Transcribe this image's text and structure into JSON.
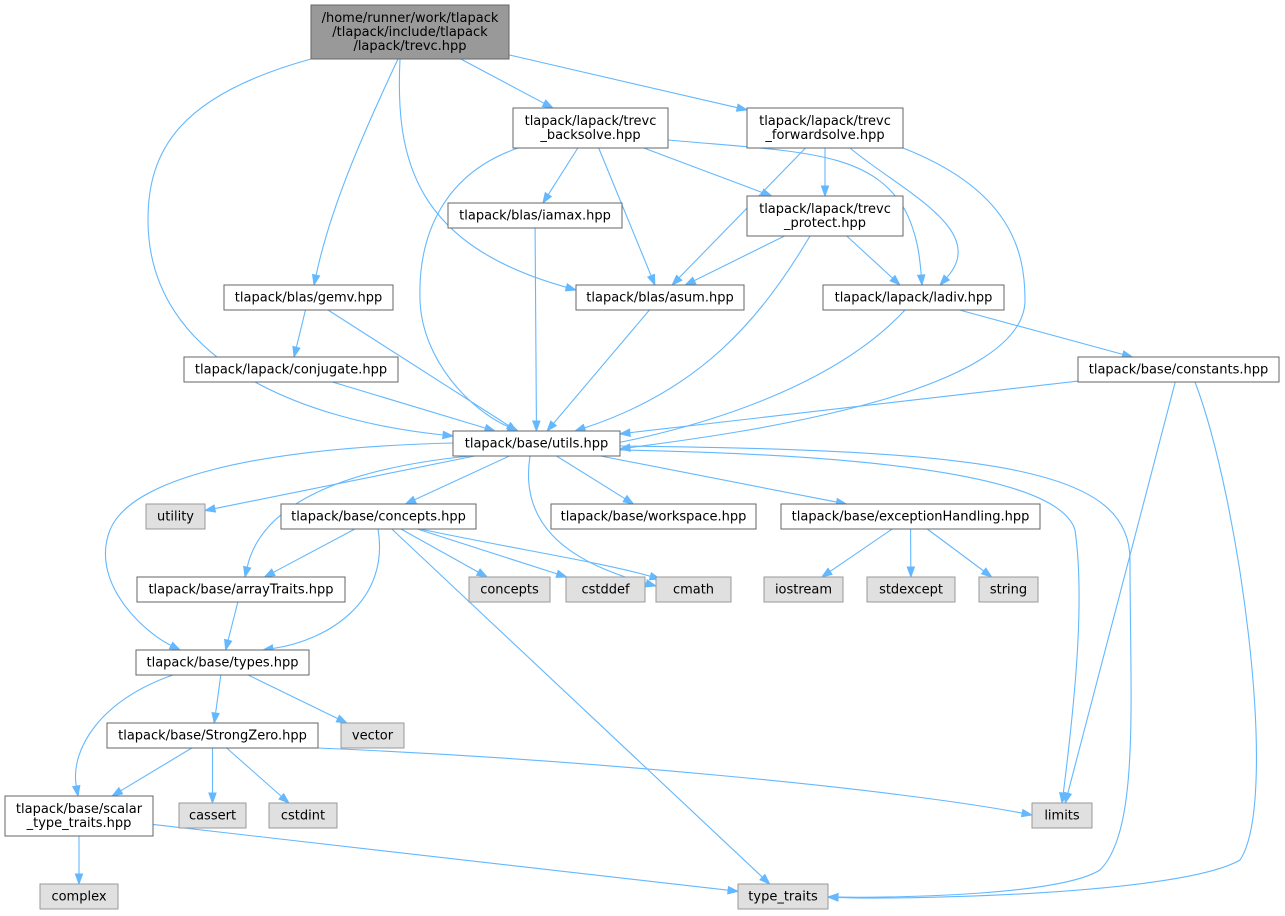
{
  "colors": {
    "edge": "#63b8ff",
    "root_fill": "#999999",
    "system_fill": "#e0e0e0",
    "node_fill": "#ffffff",
    "border": "#666666"
  },
  "nodes": [
    {
      "id": "trevc",
      "kind": "root",
      "lines": [
        "/home/runner/work/tlapack",
        "/tlapack/include/tlapack",
        "/lapack/trevc.hpp"
      ]
    },
    {
      "id": "backsolve",
      "kind": "normal",
      "lines": [
        "tlapack/lapack/trevc",
        "_backsolve.hpp"
      ]
    },
    {
      "id": "forwardsolve",
      "kind": "normal",
      "lines": [
        "tlapack/lapack/trevc",
        "_forwardsolve.hpp"
      ]
    },
    {
      "id": "iamax",
      "kind": "normal",
      "lines": [
        "tlapack/blas/iamax.hpp"
      ]
    },
    {
      "id": "protect",
      "kind": "normal",
      "lines": [
        "tlapack/lapack/trevc",
        "_protect.hpp"
      ]
    },
    {
      "id": "gemv",
      "kind": "normal",
      "lines": [
        "tlapack/blas/gemv.hpp"
      ]
    },
    {
      "id": "asum",
      "kind": "normal",
      "lines": [
        "tlapack/blas/asum.hpp"
      ]
    },
    {
      "id": "ladiv",
      "kind": "normal",
      "lines": [
        "tlapack/lapack/ladiv.hpp"
      ]
    },
    {
      "id": "conjugate",
      "kind": "normal",
      "lines": [
        "tlapack/lapack/conjugate.hpp"
      ]
    },
    {
      "id": "constants",
      "kind": "normal",
      "lines": [
        "tlapack/base/constants.hpp"
      ]
    },
    {
      "id": "utils",
      "kind": "normal",
      "lines": [
        "tlapack/base/utils.hpp"
      ]
    },
    {
      "id": "utility",
      "kind": "system",
      "lines": [
        "utility"
      ]
    },
    {
      "id": "concepts_hpp",
      "kind": "normal",
      "lines": [
        "tlapack/base/concepts.hpp"
      ]
    },
    {
      "id": "workspace",
      "kind": "normal",
      "lines": [
        "tlapack/base/workspace.hpp"
      ]
    },
    {
      "id": "exception",
      "kind": "normal",
      "lines": [
        "tlapack/base/exceptionHandling.hpp"
      ]
    },
    {
      "id": "arraytraits",
      "kind": "normal",
      "lines": [
        "tlapack/base/arrayTraits.hpp"
      ]
    },
    {
      "id": "concepts",
      "kind": "system",
      "lines": [
        "concepts"
      ]
    },
    {
      "id": "cstddef",
      "kind": "system",
      "lines": [
        "cstddef"
      ]
    },
    {
      "id": "cmath",
      "kind": "system",
      "lines": [
        "cmath"
      ]
    },
    {
      "id": "iostream",
      "kind": "system",
      "lines": [
        "iostream"
      ]
    },
    {
      "id": "stdexcept",
      "kind": "system",
      "lines": [
        "stdexcept"
      ]
    },
    {
      "id": "string",
      "kind": "system",
      "lines": [
        "string"
      ]
    },
    {
      "id": "types",
      "kind": "normal",
      "lines": [
        "tlapack/base/types.hpp"
      ]
    },
    {
      "id": "vector",
      "kind": "system",
      "lines": [
        "vector"
      ]
    },
    {
      "id": "strongzero",
      "kind": "normal",
      "lines": [
        "tlapack/base/StrongZero.hpp"
      ]
    },
    {
      "id": "scalartraits",
      "kind": "normal",
      "lines": [
        "tlapack/base/scalar",
        "_type_traits.hpp"
      ]
    },
    {
      "id": "cassert",
      "kind": "system",
      "lines": [
        "cassert"
      ]
    },
    {
      "id": "cstdint",
      "kind": "system",
      "lines": [
        "cstdint"
      ]
    },
    {
      "id": "limits",
      "kind": "system",
      "lines": [
        "limits"
      ]
    },
    {
      "id": "complex",
      "kind": "system",
      "lines": [
        "complex"
      ]
    },
    {
      "id": "typetraits",
      "kind": "system",
      "lines": [
        "type_traits"
      ]
    }
  ],
  "edges": [
    [
      "trevc",
      "backsolve"
    ],
    [
      "trevc",
      "forwardsolve"
    ],
    [
      "trevc",
      "gemv"
    ],
    [
      "trevc",
      "asum"
    ],
    [
      "trevc",
      "utils"
    ],
    [
      "backsolve",
      "iamax"
    ],
    [
      "backsolve",
      "asum"
    ],
    [
      "backsolve",
      "protect"
    ],
    [
      "backsolve",
      "ladiv"
    ],
    [
      "backsolve",
      "utils"
    ],
    [
      "forwardsolve",
      "protect"
    ],
    [
      "forwardsolve",
      "asum"
    ],
    [
      "forwardsolve",
      "ladiv"
    ],
    [
      "forwardsolve",
      "utils"
    ],
    [
      "protect",
      "asum"
    ],
    [
      "protect",
      "ladiv"
    ],
    [
      "protect",
      "utils"
    ],
    [
      "iamax",
      "utils"
    ],
    [
      "gemv",
      "conjugate"
    ],
    [
      "gemv",
      "utils"
    ],
    [
      "asum",
      "utils"
    ],
    [
      "ladiv",
      "utils"
    ],
    [
      "ladiv",
      "constants"
    ],
    [
      "conjugate",
      "utils"
    ],
    [
      "constants",
      "utils"
    ],
    [
      "constants",
      "limits"
    ],
    [
      "constants",
      "typetraits"
    ],
    [
      "utils",
      "utility"
    ],
    [
      "utils",
      "concepts_hpp"
    ],
    [
      "utils",
      "workspace"
    ],
    [
      "utils",
      "exception"
    ],
    [
      "utils",
      "arraytraits"
    ],
    [
      "utils",
      "cmath"
    ],
    [
      "utils",
      "types"
    ],
    [
      "utils",
      "limits"
    ],
    [
      "utils",
      "typetraits"
    ],
    [
      "concepts_hpp",
      "arraytraits"
    ],
    [
      "concepts_hpp",
      "concepts"
    ],
    [
      "concepts_hpp",
      "cstddef"
    ],
    [
      "concepts_hpp",
      "cmath"
    ],
    [
      "concepts_hpp",
      "types"
    ],
    [
      "concepts_hpp",
      "typetraits"
    ],
    [
      "exception",
      "iostream"
    ],
    [
      "exception",
      "stdexcept"
    ],
    [
      "exception",
      "string"
    ],
    [
      "arraytraits",
      "types"
    ],
    [
      "types",
      "strongzero"
    ],
    [
      "types",
      "vector"
    ],
    [
      "types",
      "scalartraits"
    ],
    [
      "strongzero",
      "scalartraits"
    ],
    [
      "strongzero",
      "cassert"
    ],
    [
      "strongzero",
      "cstdint"
    ],
    [
      "strongzero",
      "limits"
    ],
    [
      "scalartraits",
      "complex"
    ],
    [
      "scalartraits",
      "typetraits"
    ]
  ]
}
